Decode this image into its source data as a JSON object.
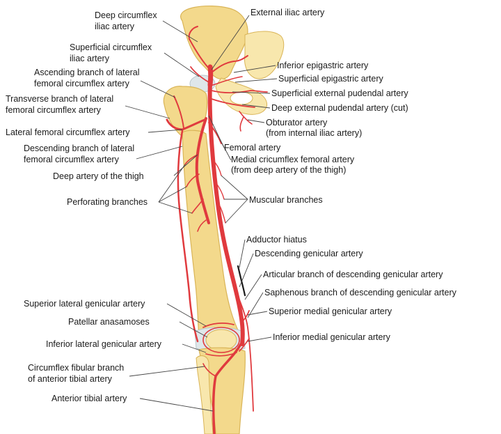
{
  "labels": {
    "deep_circumflex_1": "Deep circumflex",
    "deep_circumflex_2": "iliac artery",
    "external_iliac": "External iliac artery",
    "superficial_circumflex_1": "Superficial circumflex",
    "superficial_circumflex_2": "iliac artery",
    "inferior_epigastric": "Inferior epigastric artery",
    "ascending_branch_1": "Ascending branch of lateral",
    "ascending_branch_2": "femoral circumflex artery",
    "superficial_epigastric": "Superficial epigastric artery",
    "transverse_branch_1": "Transverse branch of lateral",
    "transverse_branch_2": "femoral circumflex artery",
    "superficial_external_pudendal": "Superficial external pudendal artery",
    "deep_external_pudendal": "Deep external pudendal artery (cut)",
    "obturator_1": "Obturator artery",
    "obturator_2": "(from internal iliac artery)",
    "lateral_femoral_circumflex": "Lateral femoral circumflex artery",
    "descending_branch_1": "Descending branch of lateral",
    "descending_branch_2": "femoral circumflex artery",
    "femoral": "Femoral artery",
    "medial_circumflex_1": "Medial cricumflex femoral artery",
    "medial_circumflex_2": "(from deep artery of the thigh)",
    "deep_artery_thigh": "Deep artery of the thigh",
    "perforating": "Perforating branches",
    "muscular": "Muscular branches",
    "adductor_hiatus": "Adductor hiatus",
    "descending_genicular": "Descending genicular artery",
    "articular_branch": "Articular branch of descending genicular artery",
    "saphenous_branch": "Saphenous branch of descending genicular artery",
    "superior_lateral_genicular": "Superior lateral genicular artery",
    "superior_medial_genicular": "Superior medial genicular artery",
    "patellar_anastomoses": "Patellar anasamoses",
    "inferior_medial_genicular": "Inferior medial genicular artery",
    "inferior_lateral_genicular": "Inferior lateral genicular artery",
    "circumflex_fibular_1": "Circumflex fibular branch",
    "circumflex_fibular_2": "of anterior tibial artery",
    "anterior_tibial": "Anterior tibial artery"
  },
  "colors": {
    "artery": "#e03a3e",
    "bone": "#f3d98c",
    "cartilage": "#dfe7ea",
    "leader": "#444444"
  }
}
